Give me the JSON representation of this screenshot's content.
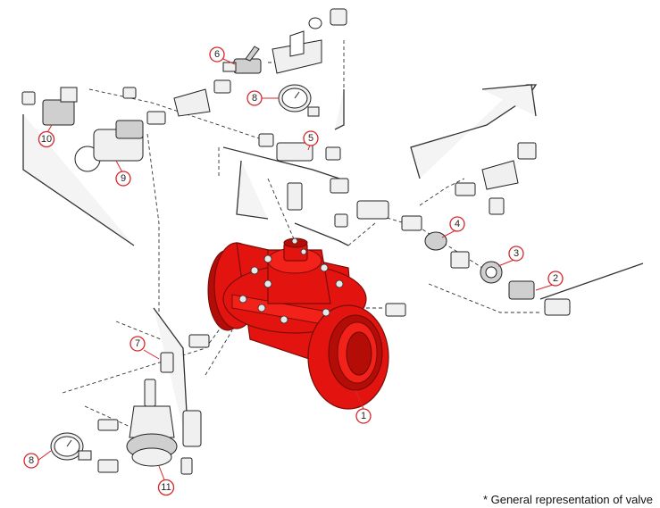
{
  "callouts": [
    {
      "id": "1",
      "label": "1"
    },
    {
      "id": "2",
      "label": "2"
    },
    {
      "id": "3",
      "label": "3"
    },
    {
      "id": "4",
      "label": "4"
    },
    {
      "id": "5",
      "label": "5"
    },
    {
      "id": "6",
      "label": "6"
    },
    {
      "id": "7",
      "label": "7"
    },
    {
      "id": "8a",
      "label": "8"
    },
    {
      "id": "8b",
      "label": "8"
    },
    {
      "id": "9",
      "label": "9"
    },
    {
      "id": "10",
      "label": "10"
    },
    {
      "id": "11",
      "label": "11"
    }
  ],
  "footnote": "* General representation of valve",
  "colors": {
    "callout_ring": "#d7262a",
    "valve_body": "#e3140f"
  }
}
